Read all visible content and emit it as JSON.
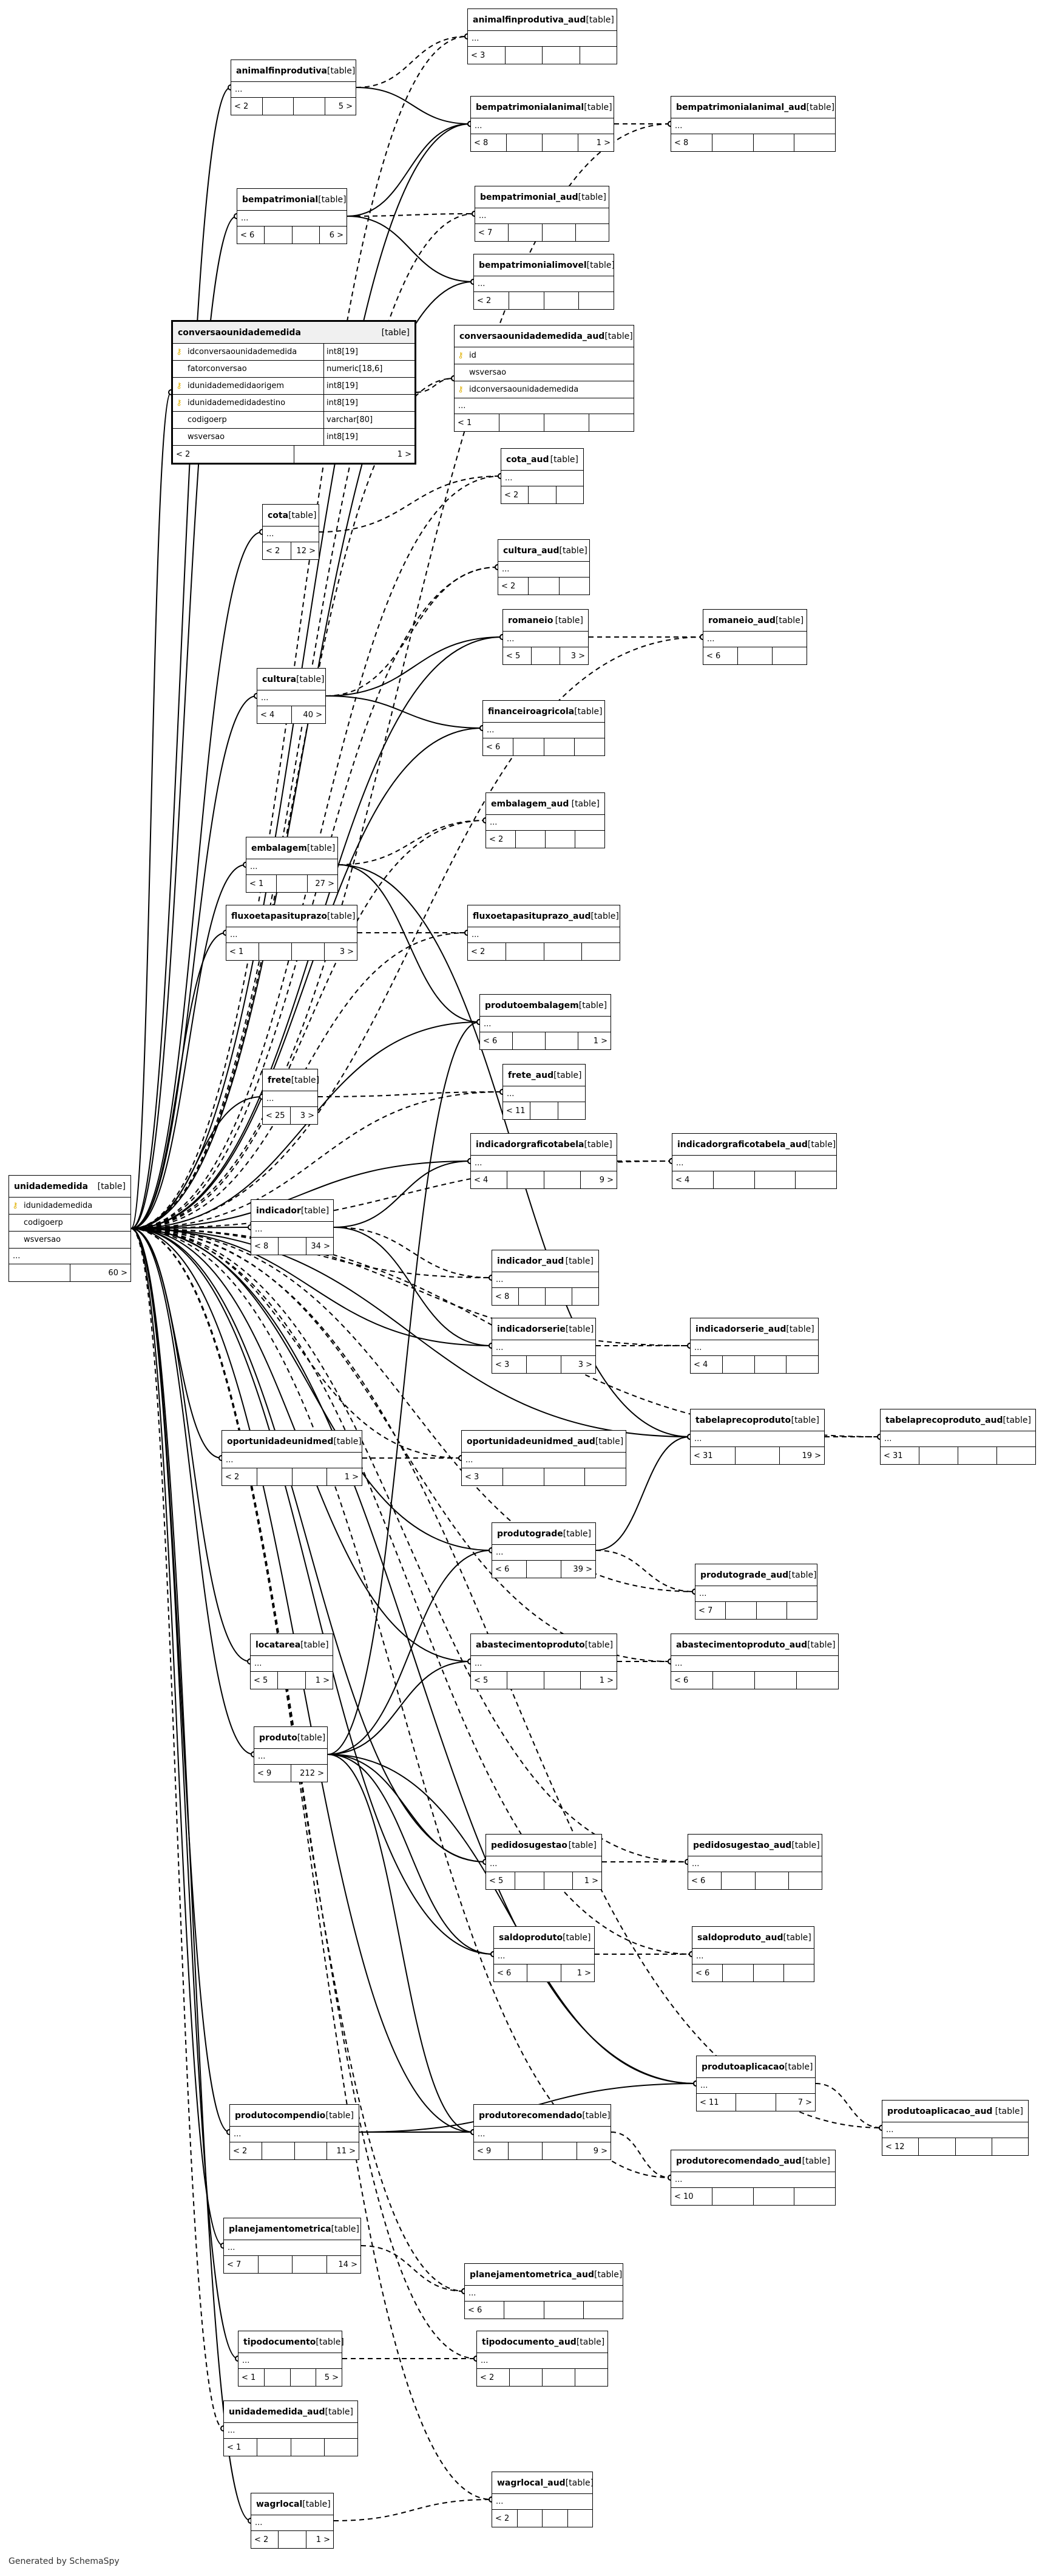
{
  "footer_text": "Generated by SchemaSpy",
  "type_label": "[table]",
  "ellipsis": "...",
  "focus_table": {
    "name": "conversaounidademedida",
    "type_label": "[table]",
    "columns": [
      {
        "key": true,
        "name": "idconversaounidademedida",
        "type": "int8[19]"
      },
      {
        "key": false,
        "name": "fatorconversao",
        "type": "numeric[18,6]"
      },
      {
        "key": true,
        "name": "idunidademedidaorigem",
        "type": "int8[19]"
      },
      {
        "key": true,
        "name": "idunidademedidadestino",
        "type": "int8[19]"
      },
      {
        "key": false,
        "name": "codigoerp",
        "type": "varchar[80]"
      },
      {
        "key": false,
        "name": "wsversao",
        "type": "int8[19]"
      }
    ],
    "footer": [
      "< 2",
      "1 >"
    ]
  },
  "tables": [
    {
      "name": "animalfinprodutiva_aud",
      "footer": [
        "< 3",
        "",
        "",
        ""
      ]
    },
    {
      "name": "animalfinprodutiva",
      "footer": [
        "< 2",
        "",
        "",
        "5 >"
      ]
    },
    {
      "name": "bempatrimonialanimal",
      "footer": [
        "< 8",
        "",
        "",
        "1 >"
      ]
    },
    {
      "name": "bempatrimonialanimal_aud",
      "footer": [
        "< 8",
        "",
        "",
        ""
      ]
    },
    {
      "name": "bempatrimonial",
      "footer": [
        "< 6",
        "",
        "",
        "6 >"
      ]
    },
    {
      "name": "bempatrimonial_aud",
      "footer": [
        "< 7",
        "",
        "",
        ""
      ]
    },
    {
      "name": "bempatrimonialimovel",
      "footer": [
        "< 2",
        "",
        "",
        ""
      ]
    },
    {
      "name": "cota_aud",
      "footer": [
        "< 2",
        "",
        ""
      ]
    },
    {
      "name": "cota",
      "footer": [
        "< 2",
        "12 >"
      ]
    },
    {
      "name": "cultura_aud",
      "footer": [
        "< 2",
        "",
        ""
      ]
    },
    {
      "name": "romaneio",
      "footer": [
        "< 5",
        "",
        "3 >"
      ]
    },
    {
      "name": "romaneio_aud",
      "footer": [
        "< 6",
        "",
        ""
      ]
    },
    {
      "name": "cultura",
      "footer": [
        "< 4",
        "40 >"
      ]
    },
    {
      "name": "financeiroagricola",
      "footer": [
        "< 6",
        "",
        "",
        ""
      ]
    },
    {
      "name": "embalagem_aud",
      "footer": [
        "< 2",
        "",
        "",
        ""
      ]
    },
    {
      "name": "embalagem",
      "footer": [
        "< 1",
        "",
        "27 >"
      ]
    },
    {
      "name": "fluxoetapasituprazo",
      "footer": [
        "< 1",
        "",
        "",
        "3 >"
      ]
    },
    {
      "name": "fluxoetapasituprazo_aud",
      "footer": [
        "< 2",
        "",
        "",
        ""
      ]
    },
    {
      "name": "produtoembalagem",
      "footer": [
        "< 6",
        "",
        "",
        "1 >"
      ]
    },
    {
      "name": "frete",
      "footer": [
        "< 25",
        "3 >"
      ]
    },
    {
      "name": "frete_aud",
      "footer": [
        "< 11",
        "",
        ""
      ]
    },
    {
      "name": "indicadorgraficotabela",
      "footer": [
        "< 4",
        "",
        "",
        "9 >"
      ]
    },
    {
      "name": "indicadorgraficotabela_aud",
      "footer": [
        "< 4",
        "",
        "",
        ""
      ]
    },
    {
      "name": "unidademedida",
      "columns": [
        "idunidademedida",
        "codigoerp",
        "wsversao"
      ],
      "footer": [
        "",
        "60 >"
      ]
    },
    {
      "name": "indicador",
      "footer": [
        "< 8",
        "",
        "34 >"
      ]
    },
    {
      "name": "indicador_aud",
      "footer": [
        "< 8",
        "",
        "",
        ""
      ]
    },
    {
      "name": "indicadorserie",
      "footer": [
        "< 3",
        "",
        "3 >"
      ]
    },
    {
      "name": "indicadorserie_aud",
      "footer": [
        "< 4",
        "",
        "",
        ""
      ]
    },
    {
      "name": "tabelaprecoproduto",
      "footer": [
        "< 31",
        "",
        "19 >"
      ]
    },
    {
      "name": "tabelaprecoproduto_aud",
      "footer": [
        "< 31",
        "",
        "",
        ""
      ]
    },
    {
      "name": "oportunidadeunidmed",
      "footer": [
        "< 2",
        "",
        "",
        "1 >"
      ]
    },
    {
      "name": "oportunidadeunidmed_aud",
      "footer": [
        "< 3",
        "",
        "",
        ""
      ]
    },
    {
      "name": "produtograde",
      "footer": [
        "< 6",
        "",
        "39 >"
      ]
    },
    {
      "name": "produtograde_aud",
      "footer": [
        "< 7",
        "",
        "",
        ""
      ]
    },
    {
      "name": "locatarea",
      "footer": [
        "< 5",
        "",
        "1 >"
      ]
    },
    {
      "name": "abastecimentoproduto",
      "footer": [
        "< 5",
        "",
        "",
        "1 >"
      ]
    },
    {
      "name": "abastecimentoproduto_aud",
      "footer": [
        "< 6",
        "",
        "",
        ""
      ]
    },
    {
      "name": "produto",
      "footer": [
        "< 9",
        "212 >"
      ]
    },
    {
      "name": "pedidosugestao",
      "footer": [
        "< 5",
        "",
        "",
        "1 >"
      ]
    },
    {
      "name": "pedidosugestao_aud",
      "footer": [
        "< 6",
        "",
        "",
        ""
      ]
    },
    {
      "name": "saldoproduto",
      "footer": [
        "< 6",
        "",
        "1 >"
      ]
    },
    {
      "name": "saldoproduto_aud",
      "footer": [
        "< 6",
        "",
        "",
        ""
      ]
    },
    {
      "name": "produtoaplicacao",
      "footer": [
        "< 11",
        "",
        "7 >"
      ]
    },
    {
      "name": "produtoaplicacao_aud",
      "footer": [
        "< 12",
        "",
        "",
        ""
      ]
    },
    {
      "name": "produtocompendio",
      "footer": [
        "< 2",
        "",
        "",
        "11 >"
      ]
    },
    {
      "name": "produtorecomendado",
      "footer": [
        "< 9",
        "",
        "",
        "9 >"
      ]
    },
    {
      "name": "produtorecomendado_aud",
      "footer": [
        "< 10",
        "",
        "",
        ""
      ]
    },
    {
      "name": "planejamentometrica",
      "footer": [
        "< 7",
        "",
        "",
        "14 >"
      ]
    },
    {
      "name": "planejamentometrica_aud",
      "footer": [
        "< 6",
        "",
        "",
        ""
      ]
    },
    {
      "name": "tipodocumento",
      "footer": [
        "< 1",
        "",
        "",
        "5 >"
      ]
    },
    {
      "name": "tipodocumento_aud",
      "footer": [
        "< 2",
        "",
        "",
        ""
      ]
    },
    {
      "name": "unidademedida_aud",
      "footer": [
        "< 1",
        "",
        "",
        ""
      ]
    },
    {
      "name": "wagrlocal_aud",
      "footer": [
        "< 2",
        "",
        "",
        ""
      ]
    },
    {
      "name": "wagrlocal",
      "footer": [
        "< 2",
        "",
        "1 >"
      ]
    }
  ],
  "aud_focus_table": {
    "name": "conversaounidademedida_aud",
    "columns": [
      "id",
      "wsversao",
      "idconversaounidademedida"
    ],
    "footer": [
      "< 1",
      "",
      "",
      ""
    ]
  }
}
